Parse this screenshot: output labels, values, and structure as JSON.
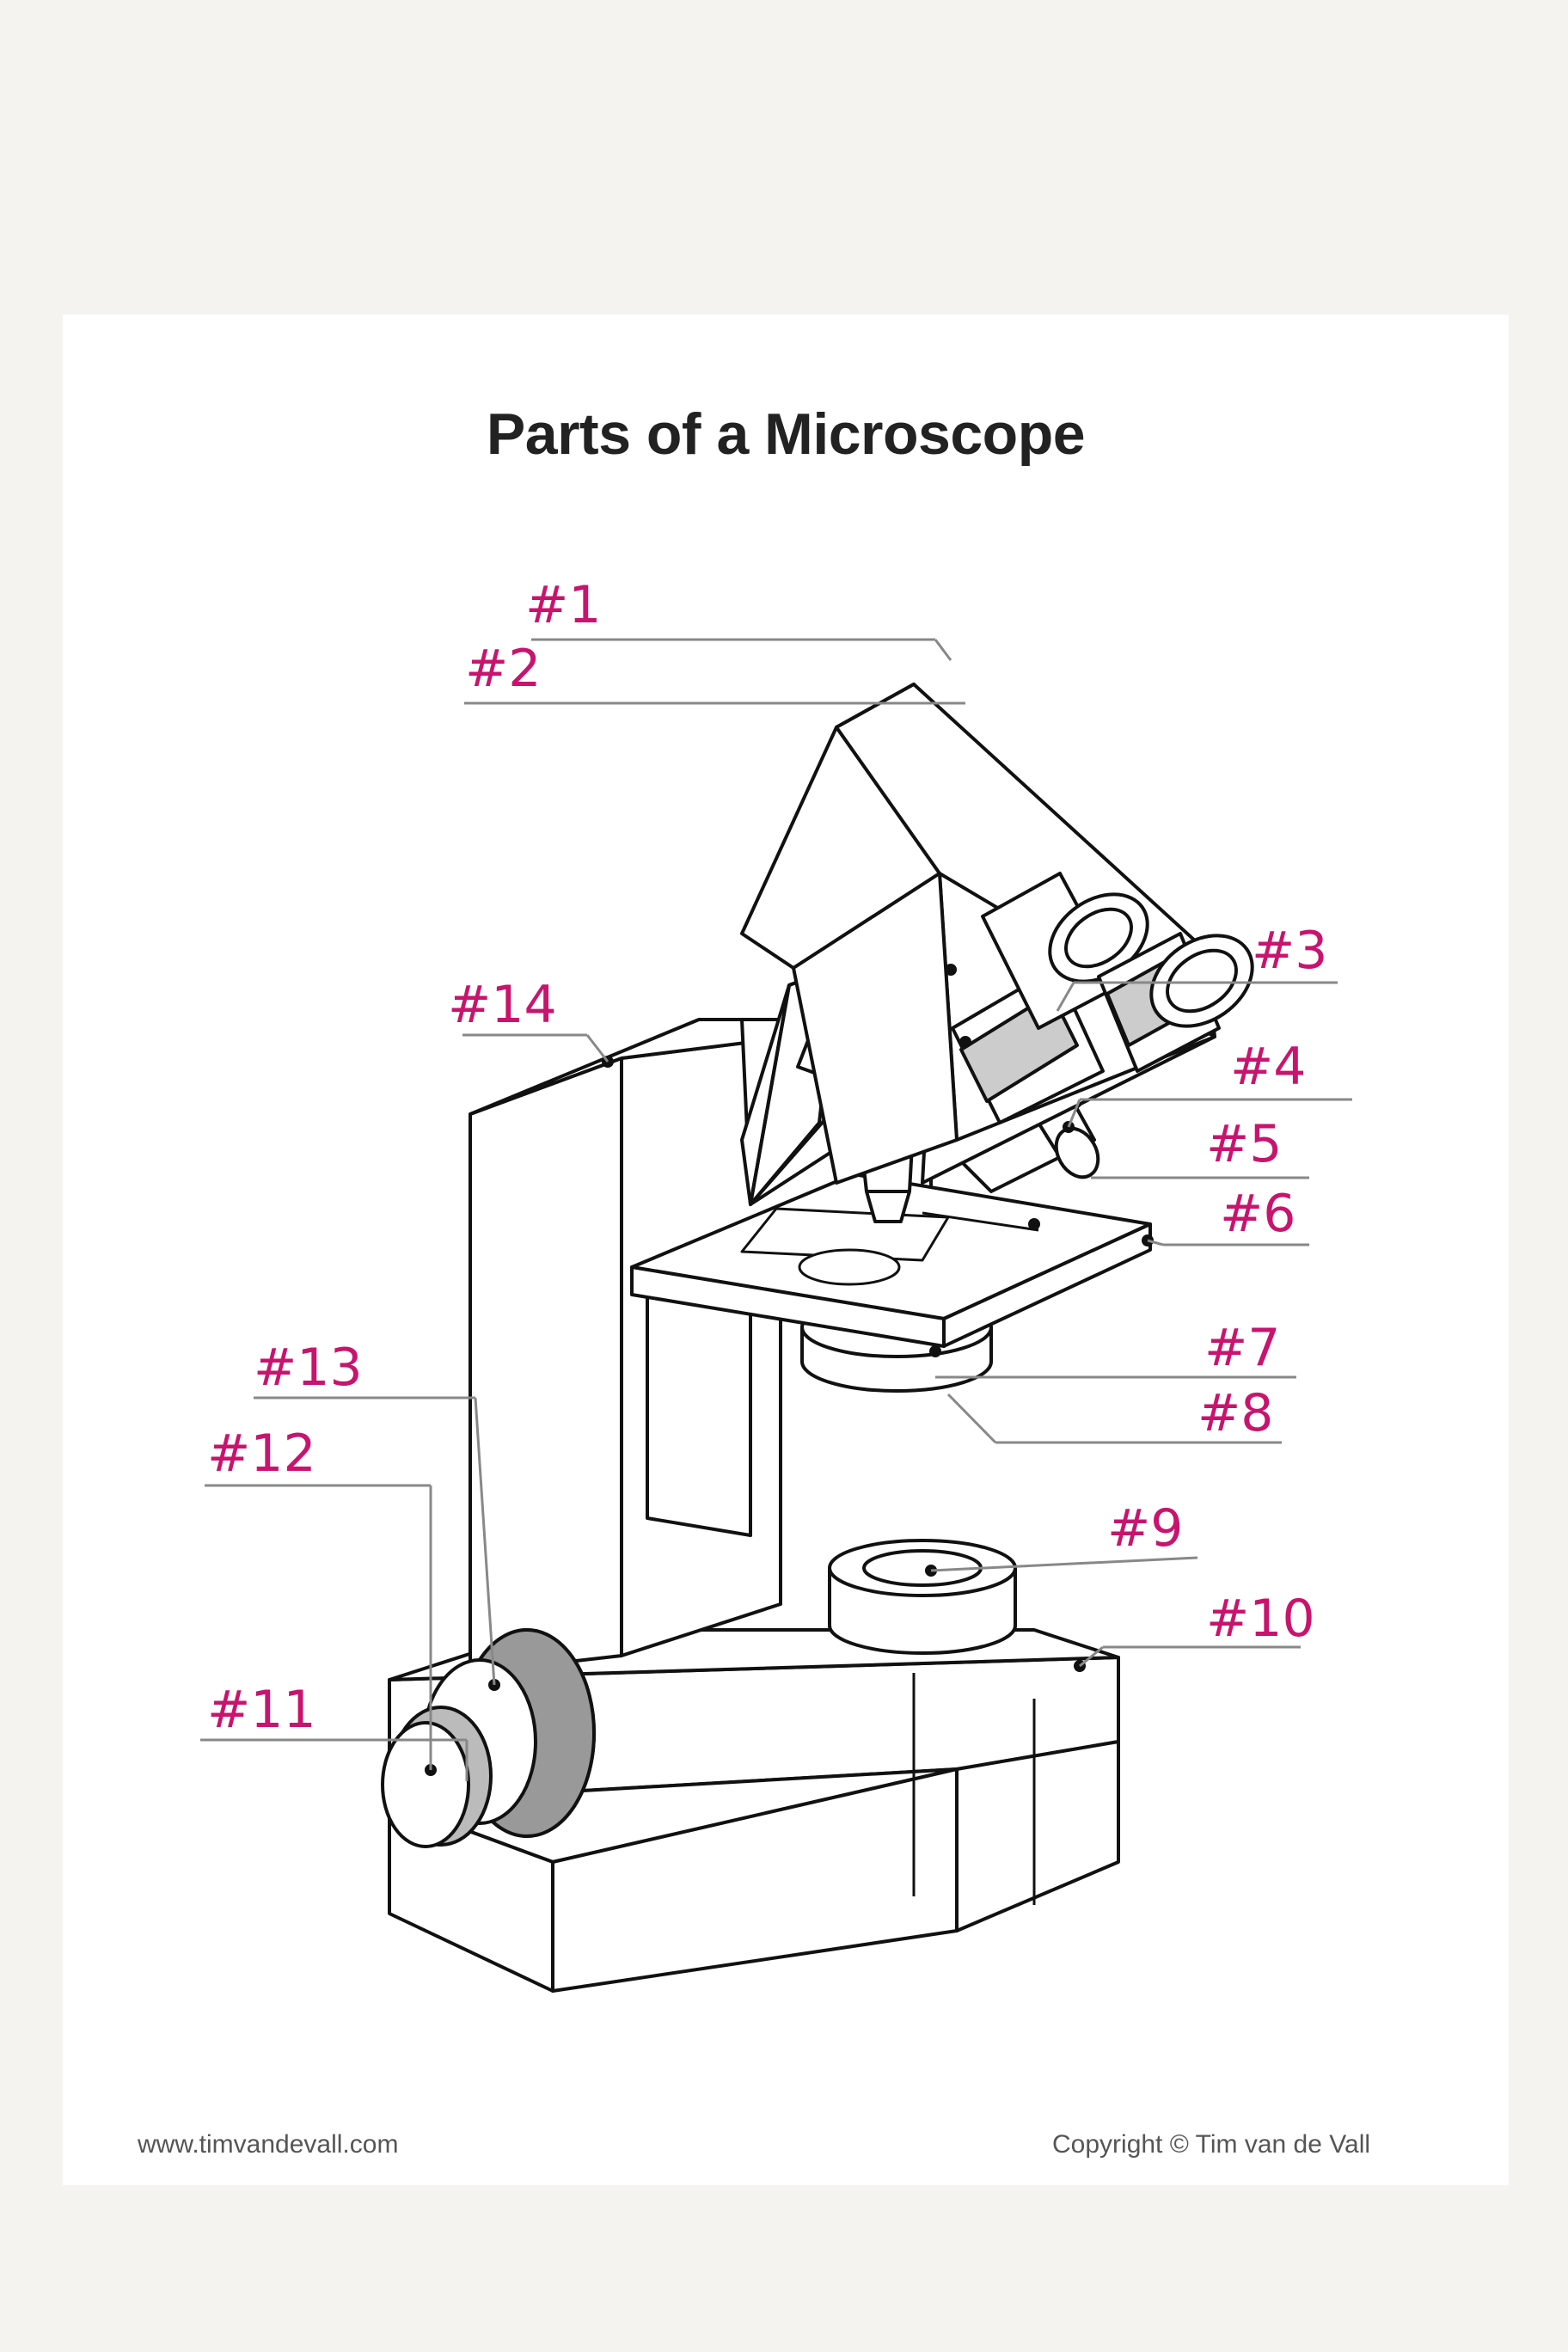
{
  "title": "Parts of a Microscope",
  "labels": [
    "#1",
    "#2",
    "#3",
    "#4",
    "#5",
    "#6",
    "#7",
    "#8",
    "#9",
    "#10",
    "#11",
    "#12",
    "#13",
    "#14"
  ],
  "footer": {
    "url": "www.timvandevall.com",
    "copyright": "Copyright © Tim van de Vall"
  },
  "colors": {
    "annotation": "#c8146e",
    "ink": "#111111",
    "page": "#ffffff",
    "background": "#f4f3f0"
  }
}
